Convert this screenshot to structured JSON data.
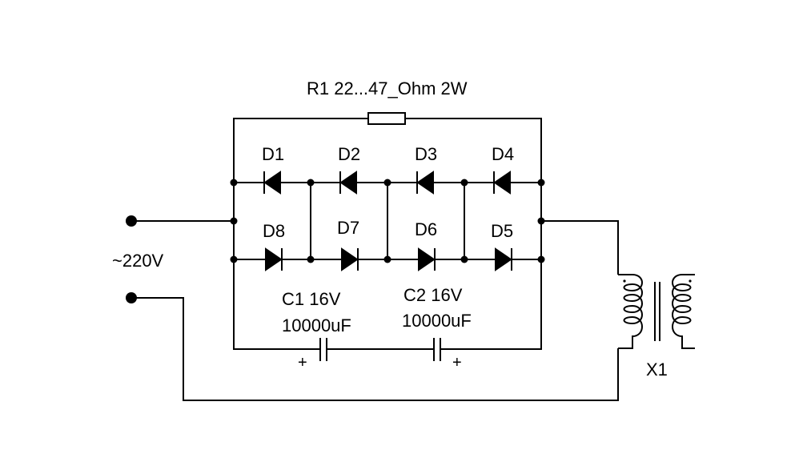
{
  "resistor": {
    "label": "R1  22...47_Ohm  2W"
  },
  "diodes": {
    "d1": "D1",
    "d2": "D2",
    "d3": "D3",
    "d4": "D4",
    "d5": "D5",
    "d6": "D6",
    "d7": "D7",
    "d8": "D8"
  },
  "capacitors": {
    "c1": {
      "name": "C1  16V",
      "value": "10000uF",
      "polarity": "+"
    },
    "c2": {
      "name": "C2  16V",
      "value": "10000uF",
      "polarity": "+"
    }
  },
  "input": {
    "label": "~220V"
  },
  "transformer": {
    "label": "X1"
  }
}
